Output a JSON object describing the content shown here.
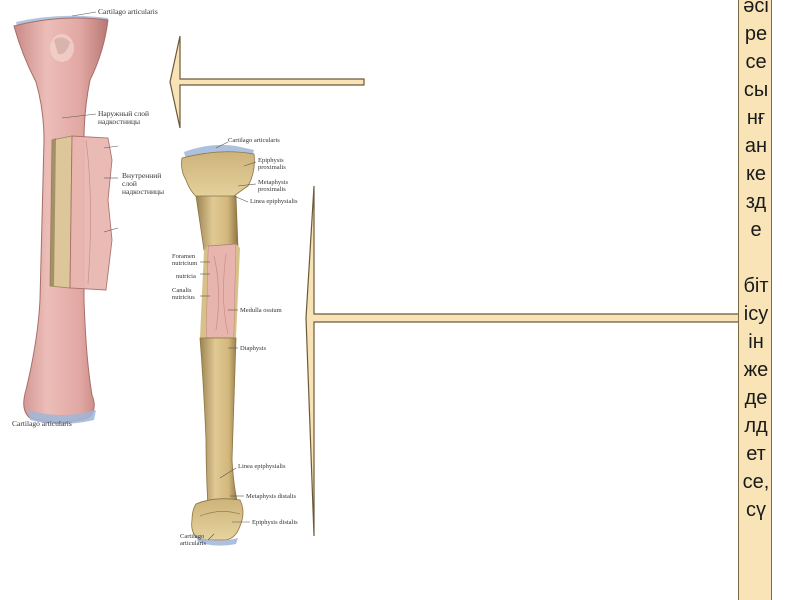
{
  "labels": {
    "left_bone": {
      "cartilage_top": "Cartilago articularis",
      "outer_periosteum": [
        "Наружный слой",
        "надкостницы"
      ],
      "inner_periosteum": [
        "Внутренний",
        "слой",
        "надкостницы"
      ],
      "cartilage_bottom": "Cartilago articularis"
    },
    "right_bone": {
      "cartilage_top": "Cartilago articularis",
      "epiphysis_proximalis": [
        "Epiphysis",
        "proximalis"
      ],
      "metaphysis_proximalis": [
        "Metaphysis",
        "proximalis"
      ],
      "linea_epiphysialis_top": "Linea epiphysialis",
      "left_a": [
        "Foramen",
        "nutricium"
      ],
      "left_b": "nutricia",
      "left_c": [
        "Canalis",
        "nutricius"
      ],
      "medulla": "Medulla ossium",
      "diaphysis": "Diaphysis",
      "linea_epiphysialis_bottom": "Linea epiphysialis",
      "metaphysis_distalis": "Metaphysis distalis",
      "epiphysis_distalis": "Epiphysis distalis",
      "cartilage_bottom": [
        "Cartilago",
        "articularis"
      ]
    }
  },
  "panel": {
    "lines": [
      "әсі",
      "ре",
      "се",
      "сы",
      "нғ",
      "ан",
      "ке",
      "зд",
      "е",
      "",
      "біт",
      "ісу",
      "ін",
      "же",
      "де",
      "лд",
      "ет",
      "се,",
      "сү"
    ]
  },
  "colors": {
    "panel_fill": "#f9e4b7",
    "arrow_fill": "#f7e3b5",
    "arrow_stroke": "#6b5a3a",
    "bone_pink": "#e7b2ae",
    "bone_tan": "#d9c08a",
    "cartilage": "#9fb6d8"
  }
}
